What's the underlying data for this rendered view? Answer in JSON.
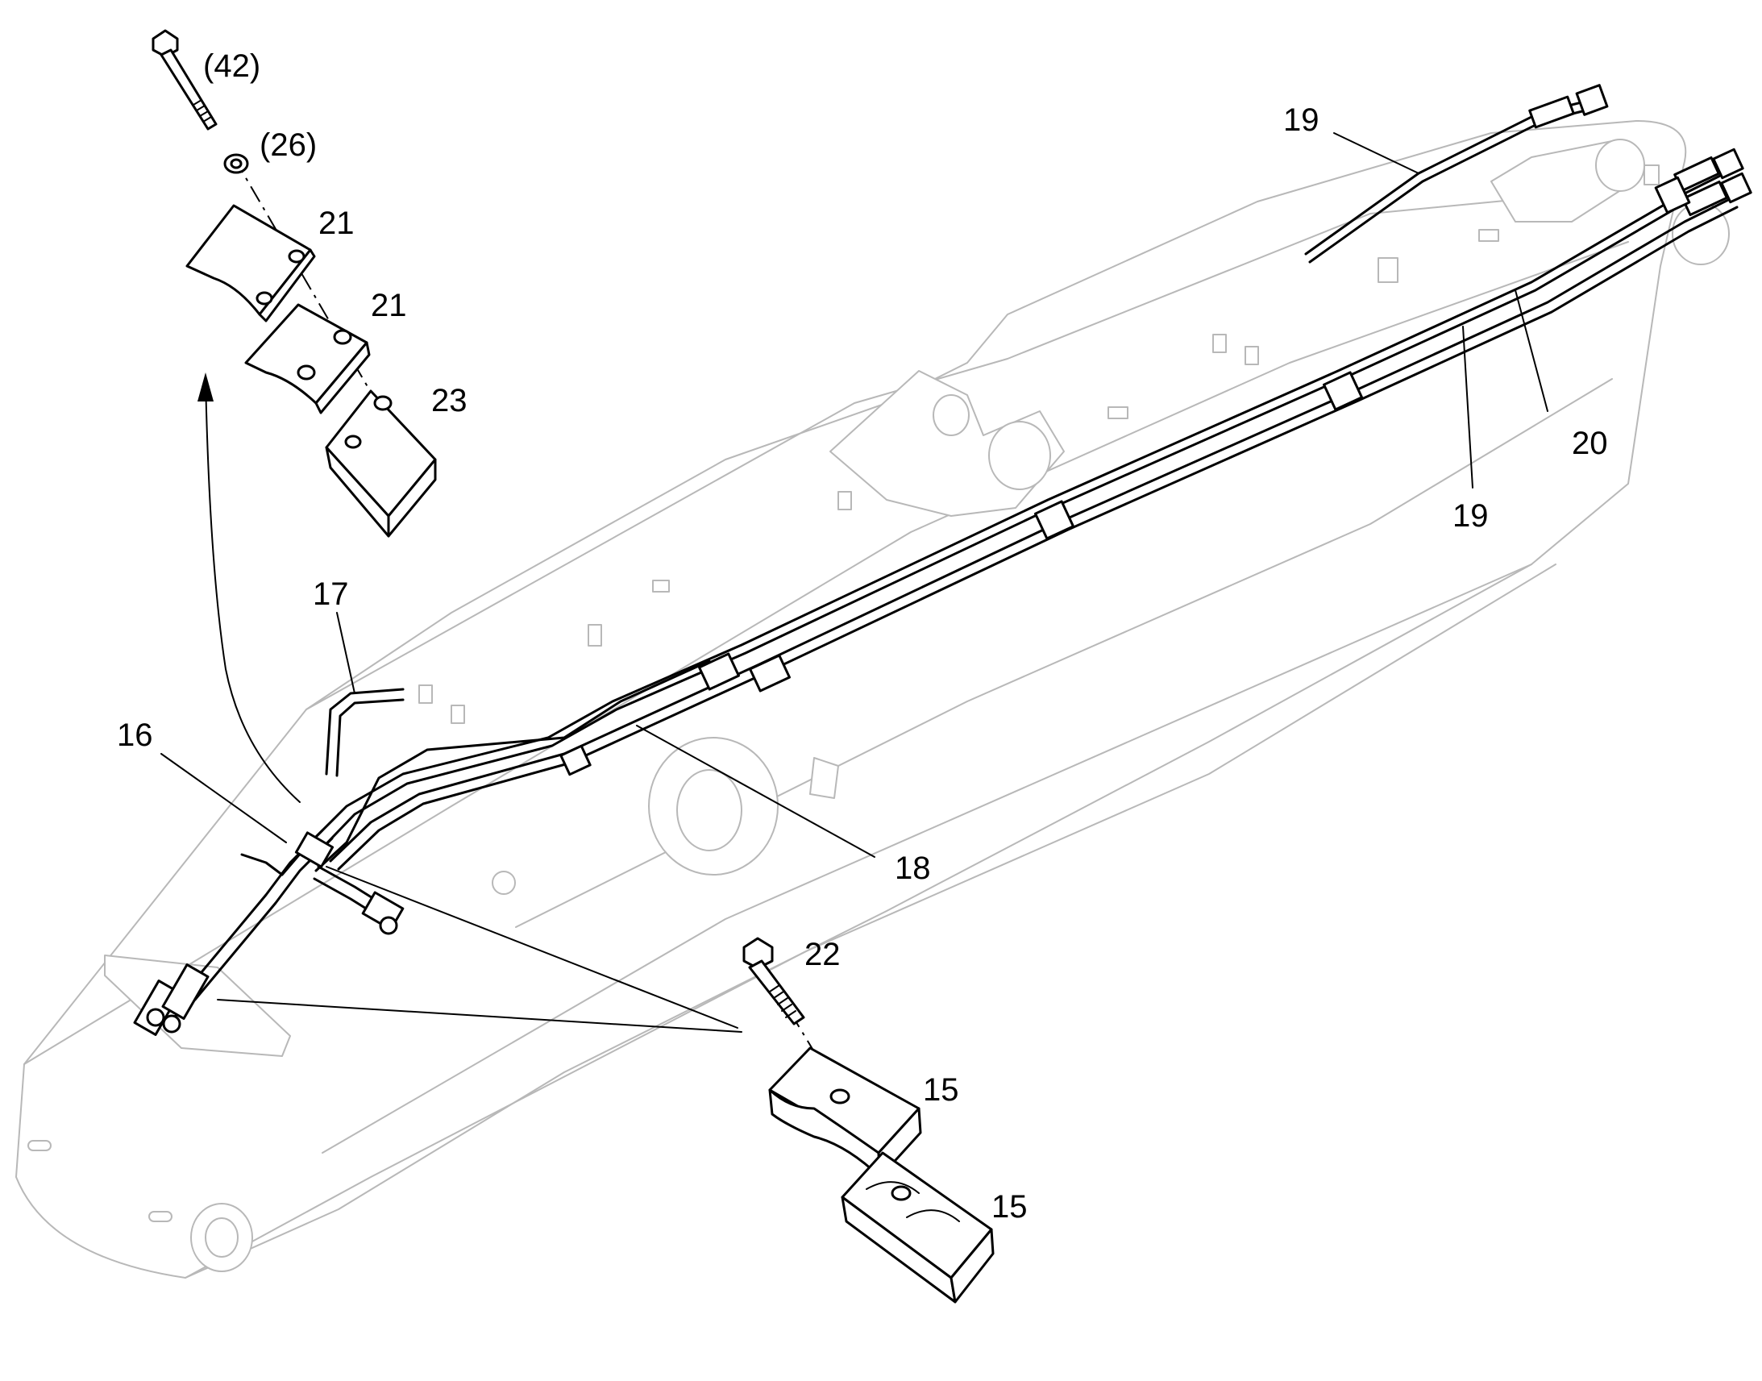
{
  "callouts": {
    "c42": "(42)",
    "c26": "(26)",
    "c21a": "21",
    "c21b": "21",
    "c23": "23",
    "c17": "17",
    "c16": "16",
    "c18": "18",
    "c19a": "19",
    "c19b": "19",
    "c20": "20",
    "c22": "22",
    "c15a": "15",
    "c15b": "15"
  }
}
